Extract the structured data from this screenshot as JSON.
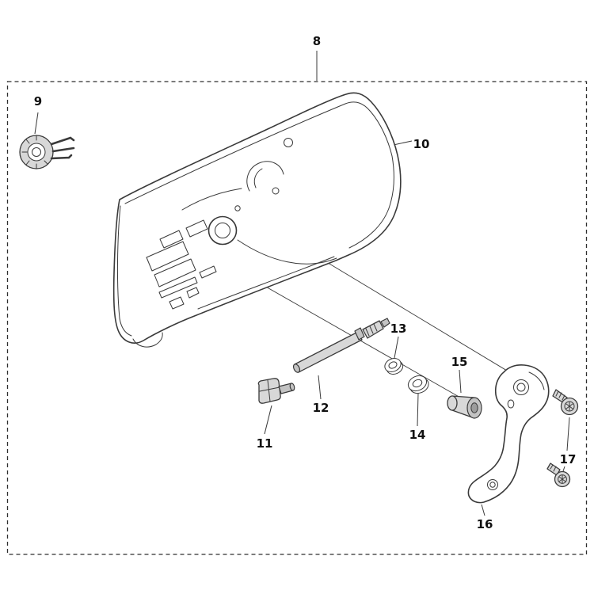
{
  "figure": {
    "type": "exploded-parts-diagram",
    "colors": {
      "bg": "#ffffff",
      "line": "#3a3a3a",
      "label": "#111111",
      "border": "#2f2f2f",
      "hw": "#d8d8d8"
    }
  },
  "labels": [
    {
      "text": "8"
    },
    {
      "text": "9"
    },
    {
      "text": "10"
    },
    {
      "text": "11"
    },
    {
      "text": "12"
    },
    {
      "text": "13"
    },
    {
      "text": "14"
    },
    {
      "text": "15"
    },
    {
      "text": "16"
    },
    {
      "text": "17"
    }
  ]
}
